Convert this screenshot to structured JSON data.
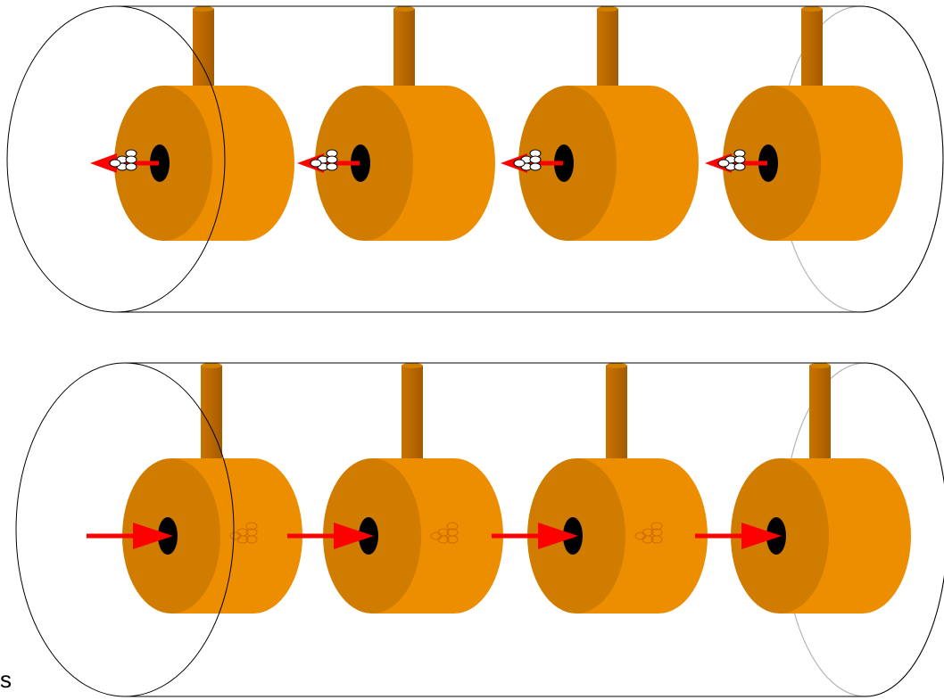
{
  "figure": {
    "panels": [
      {
        "id": "top",
        "cavity_count": 4,
        "arrow_direction": "left",
        "particle_color": "white",
        "particles_between_cavities": true,
        "particles_inside_cavity": false
      },
      {
        "id": "bottom",
        "cavity_count": 4,
        "arrow_direction": "right",
        "particle_color": "orange",
        "particles_between_cavities": false,
        "particles_inside_cavity": true
      }
    ],
    "cavity_color": "#ed8e00",
    "cavity_face_color": "#d07c00",
    "aperture_color": "#000000",
    "arrow_color": "#ff0000",
    "particle_stroke_orange": "#d06a00",
    "edge_text": "s"
  }
}
